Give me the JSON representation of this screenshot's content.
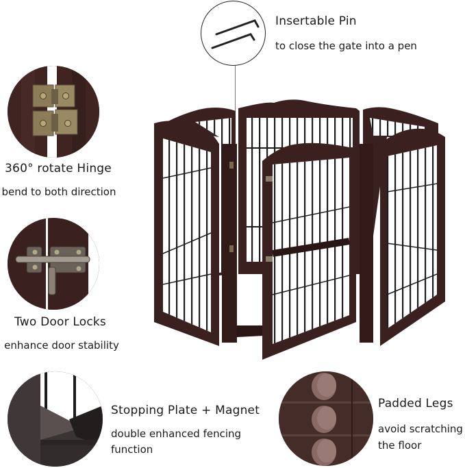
{
  "colors": {
    "frame": "#3a201e",
    "frame_dark": "#2a1614",
    "wire": "#1c1c1c",
    "metal": "#8a7a5a",
    "pad": "#8e6e68",
    "text": "#1a1a1a",
    "background": "#ffffff"
  },
  "features": {
    "pin": {
      "icon": "pin-icon",
      "title": "Insertable Pin",
      "subtitle": "to close the gate into a pen"
    },
    "hinge": {
      "icon": "hinge-icon",
      "title": "360° rotate Hinge",
      "subtitle": "bend to both direction"
    },
    "locks": {
      "icon": "door-lock-icon",
      "title": "Two Door Locks",
      "subtitle": "enhance door stability"
    },
    "plate": {
      "icon": "stopping-plate-icon",
      "title": "Stopping Plate + Magnet",
      "subtitle_line1": "double enhanced fencing",
      "subtitle_line2": "function"
    },
    "legs": {
      "icon": "padded-legs-icon",
      "title": "Padded Legs",
      "subtitle_line1": "avoid scratching",
      "subtitle_line2": "the floor"
    }
  },
  "product": {
    "name": "pet-gate-6-panel",
    "panels": 6,
    "has_door": true
  }
}
